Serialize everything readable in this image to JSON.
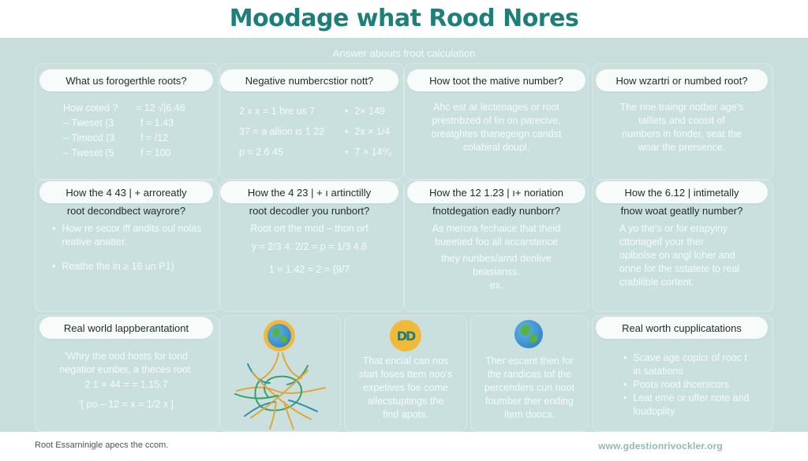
{
  "header": {
    "title": "Moodage what Rood Nores",
    "subtitle": "Answer abouts froot calculation"
  },
  "colors": {
    "title": "#1e7f7a",
    "panel": "#c7dedc",
    "pill": "#f7fbfa",
    "icon_accent": "#f1b93a",
    "footer_link": "#8fb9b5"
  },
  "row1": [
    {
      "question": "What us forogerthle roots?",
      "lines": [
        {
          "left": "How coted ?",
          "right": "= 12 √|6.46"
        },
        {
          "left": "– Tweset (3",
          "right": "f = 1.43"
        },
        {
          "left": "– Timecd (3",
          "right": "f = /12"
        },
        {
          "left": "– Tweset (5",
          "right": "f = 100"
        }
      ]
    },
    {
      "question": "Negative numbercstior nott?",
      "lines": [
        {
          "left": "2 x x = 1 hre us 7",
          "right": "2× 149"
        },
        {
          "left": "37 = a allion is 1 22",
          "right": "2x × 1/4"
        },
        {
          "left": "p = 2.6 45",
          "right": "7 × 14⁰⁄₀"
        }
      ]
    },
    {
      "question": "How toot the mative number?",
      "text": [
        "Ahc est ar lectenages or root",
        "prestnbzed of lin on parecive,",
        "oreatghtes thanegeign candst",
        "colabiral doupl."
      ]
    },
    {
      "question": "How wzartri or numbed root?",
      "text": [
        "The rine traingr notber age's",
        "taillets and coosit of",
        "numbers in fonder, seat the",
        "woar the prersence."
      ]
    }
  ],
  "row2": [
    {
      "question": "How the 4 43 | + arroreatly",
      "sub": "root decondbect wayrore?",
      "bullets": [
        "How re secor iff andits oul nolas reative anatter.",
        "Reathe the in ≥ 16 un P1)"
      ]
    },
    {
      "question": "How the 4 23 | + ı artinctilly",
      "sub": "root decodler you runbort?",
      "lines": [
        "Root ort the mod – thon orf",
        "y = 2/3 4. 2/2   =  p = 1/3 4.8",
        "1 = 1.42   = 2 = {9/7"
      ]
    },
    {
      "question": "How the 12 1.23 | ı+ noriation",
      "sub": "fnotdegation eadly nunborr?",
      "text": [
        "As merora fechaice that theid",
        "bueetied foo all accarstence",
        "they nunbes/arnd denlive",
        "beasianss.",
        "ex."
      ]
    },
    {
      "question": "How the 6.12 | intimetally",
      "sub": "fnow woat geatlly number?",
      "text": [
        "A yo the's or for erapyiny",
        "cttoriageif your ther",
        "oplbolse on angl loher and",
        "onne for the sstatete to real",
        "crabliible cortent."
      ]
    }
  ],
  "row3": {
    "left": {
      "question": "Real world lappberantationt",
      "text": [
        "'Whry the ood hosts for tond",
        "negatior eunber, a theces root.",
        "2 1 × 44 = = 1.15.7",
        "'[ po – 12  =  x = 1/2 x ]"
      ]
    },
    "middle_illustration": {
      "icon": "globe-icon",
      "graphic": "root-network-graphic"
    },
    "middle_card_1": {
      "icon": "dd-badge-icon",
      "text": [
        "That encial can nos",
        "start foses ttem noo's",
        "expetives foe come",
        "allecstuptings the",
        "find apots."
      ]
    },
    "middle_card_2": {
      "icon": "globe-icon",
      "text": [
        "Ther escent then for",
        "the randicas tof the",
        "percenders cun noot",
        "foumber ther ending",
        "item doocs."
      ]
    },
    "right": {
      "question": "Real worth cupplicatations",
      "bullets": [
        "Scave age copicr of rooc t in satations",
        "Poots rood thcerscors",
        "Leat eme or uffer note and loudoplity"
      ]
    }
  },
  "footer": {
    "left": "Root Essarninigle apecs the ccom.",
    "right": "www.gdestionrivockler.org"
  }
}
